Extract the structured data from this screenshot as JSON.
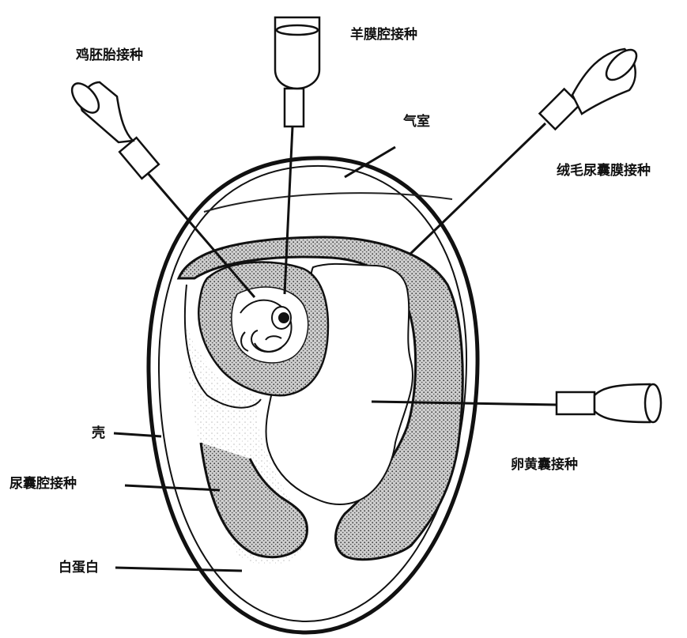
{
  "labels": {
    "chick_embryo": "鸡胚胎接种",
    "amniotic_cavity": "羊膜腔接种",
    "air_chamber": "气室",
    "chorioallantoic": "绒毛尿囊膜接种",
    "shell": "壳",
    "allantoic_cavity": "尿囊腔接种",
    "yolk_sac": "卵黄囊接种",
    "albumen": "白蛋白"
  },
  "colors": {
    "ink": "#111111",
    "stipple": "#8a8a8a",
    "paper": "#ffffff"
  }
}
